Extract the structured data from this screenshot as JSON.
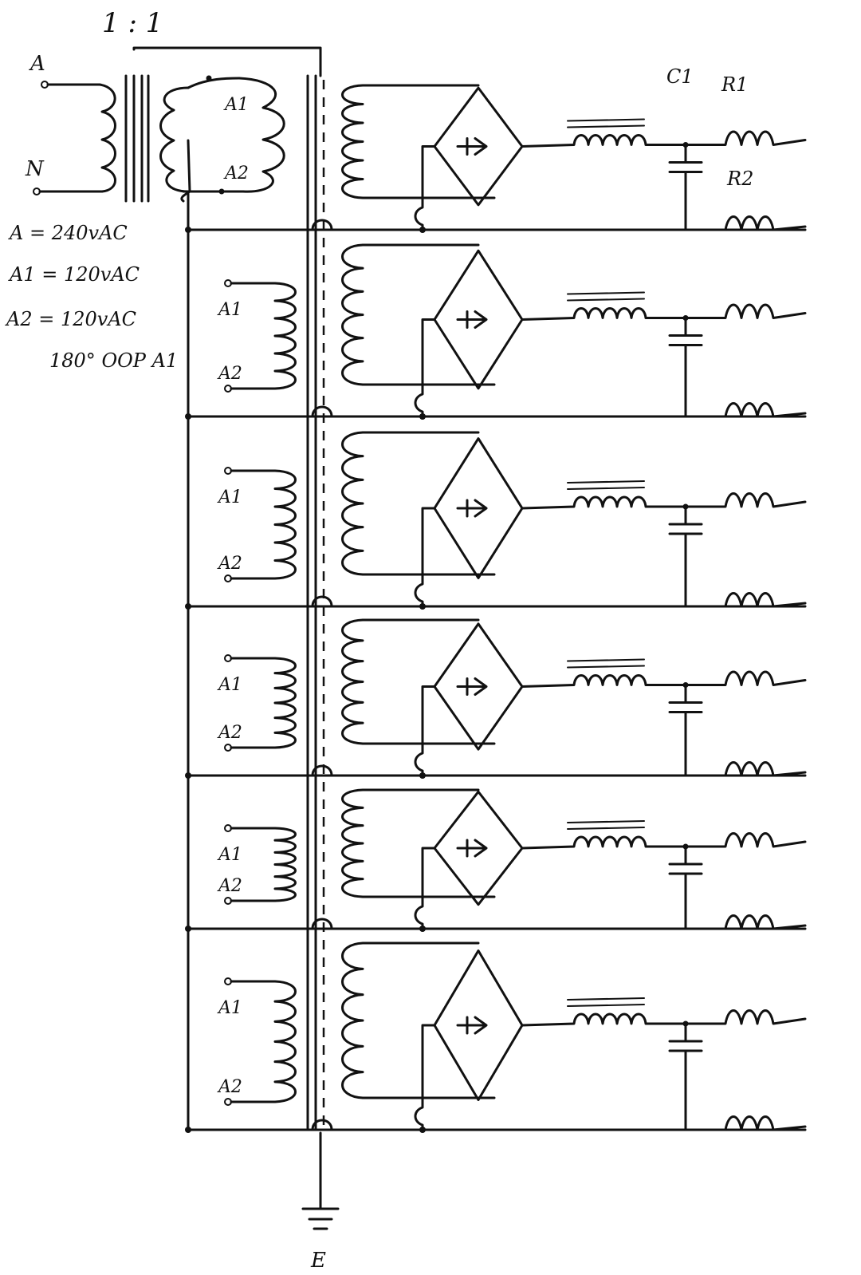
{
  "ratio": "1 : 1",
  "input": {
    "live": "A",
    "neutral": "N"
  },
  "legend": [
    "A = 240vAC",
    "A1 = 120vAC",
    "A2 = 120vAC",
    "180° OOP A1"
  ],
  "component_labels": {
    "cap": "C1",
    "res1": "R1",
    "res2": "R2"
  },
  "tap_labels": {
    "a1": "A1",
    "a2": "A2"
  },
  "ground": "E",
  "stage_count": 6
}
